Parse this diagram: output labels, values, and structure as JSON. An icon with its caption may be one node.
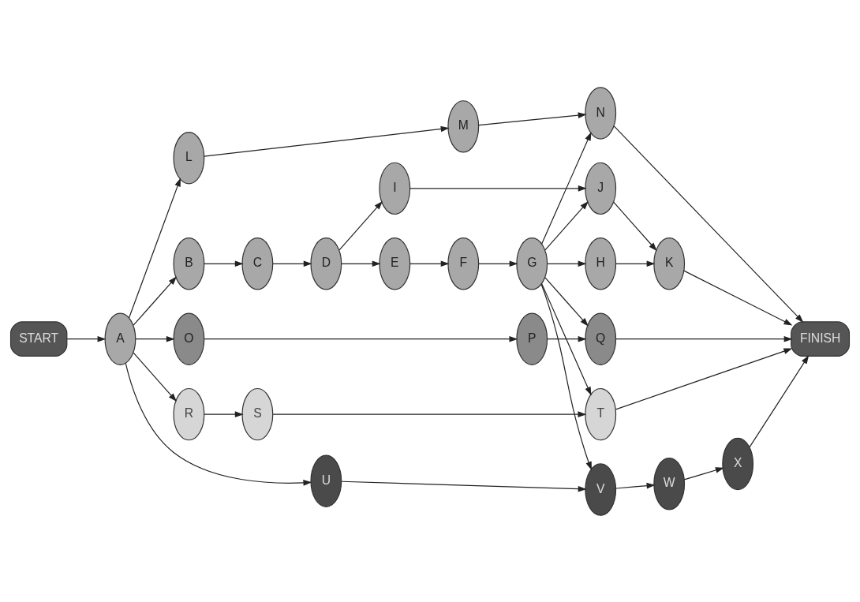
{
  "diagram": {
    "nodes": [
      {
        "text": [
          "START"
        ]
      },
      {
        "text": [
          "A"
        ]
      },
      {
        "text": [
          "B"
        ]
      },
      {
        "text": [
          "C"
        ]
      },
      {
        "text": [
          "D"
        ]
      },
      {
        "text": [
          "E"
        ]
      },
      {
        "text": [
          "F"
        ]
      },
      {
        "text": [
          "G"
        ]
      },
      {
        "text": [
          "H"
        ]
      },
      {
        "text": [
          "I"
        ]
      },
      {
        "text": [
          "J"
        ]
      },
      {
        "text": [
          "K"
        ]
      },
      {
        "text": [
          "L"
        ]
      },
      {
        "text": [
          "M"
        ]
      },
      {
        "text": [
          "N"
        ]
      },
      {
        "text": [
          "O"
        ]
      },
      {
        "text": [
          "P"
        ]
      },
      {
        "text": [
          "Q"
        ]
      },
      {
        "text": [
          "R"
        ]
      },
      {
        "text": [
          "S"
        ]
      },
      {
        "text": [
          "T"
        ]
      },
      {
        "text": [
          "U"
        ]
      },
      {
        "text": [
          "V"
        ]
      },
      {
        "text": [
          "W"
        ]
      },
      {
        "text": [
          "X"
        ]
      },
      {
        "text": [
          "FINISH"
        ]
      }
    ],
    "edges": [
      {
        "from": 0,
        "to": 1,
        "arrow": "to"
      },
      {
        "from": 1,
        "to": 2,
        "arrow": "to"
      },
      {
        "from": 2,
        "to": 3,
        "arrow": "to"
      },
      {
        "from": 3,
        "to": 4,
        "arrow": "to"
      },
      {
        "from": 4,
        "to": 5,
        "arrow": "to"
      },
      {
        "from": 4,
        "to": 9,
        "arrow": "to"
      },
      {
        "from": 5,
        "to": 6,
        "arrow": "to"
      },
      {
        "from": 6,
        "to": 7,
        "arrow": "to"
      },
      {
        "from": 7,
        "to": 8,
        "arrow": "to"
      },
      {
        "from": 8,
        "to": 11,
        "arrow": "to"
      },
      {
        "from": 9,
        "to": 10,
        "arrow": "to"
      },
      {
        "from": 7,
        "to": 10,
        "arrow": "to"
      },
      {
        "from": 10,
        "to": 11,
        "arrow": "to"
      },
      {
        "from": 11,
        "to": 25,
        "arrow": "to"
      },
      {
        "from": 1,
        "to": 12,
        "arrow": "to"
      },
      {
        "from": 12,
        "to": 13,
        "arrow": "to"
      },
      {
        "from": 13,
        "to": 14,
        "arrow": "to"
      },
      {
        "from": 7,
        "to": 14,
        "arrow": "to"
      },
      {
        "from": 14,
        "to": 25,
        "arrow": "to"
      },
      {
        "from": 1,
        "to": 15,
        "arrow": "to"
      },
      {
        "from": 15,
        "to": 16,
        "arrow": "to"
      },
      {
        "from": 16,
        "to": 17,
        "arrow": "to"
      },
      {
        "from": 7,
        "to": 17,
        "arrow": "to"
      },
      {
        "from": 17,
        "to": 25,
        "arrow": "to"
      },
      {
        "from": 1,
        "to": 18,
        "arrow": "to"
      },
      {
        "from": 18,
        "to": 19,
        "arrow": "to"
      },
      {
        "from": 19,
        "to": 20,
        "arrow": "to"
      },
      {
        "from": 7,
        "to": 20,
        "arrow": "to"
      },
      {
        "from": 20,
        "to": 25,
        "arrow": "to"
      },
      {
        "from": 1,
        "to": 21,
        "arrow": "to"
      },
      {
        "from": 21,
        "to": 22,
        "arrow": "to"
      },
      {
        "from": 7,
        "to": 22,
        "arrow": "to"
      },
      {
        "from": 22,
        "to": 23,
        "arrow": "to"
      },
      {
        "from": 23,
        "to": 24,
        "arrow": "to"
      },
      {
        "from": 24,
        "to": 25,
        "arrow": "to"
      }
    ]
  }
}
